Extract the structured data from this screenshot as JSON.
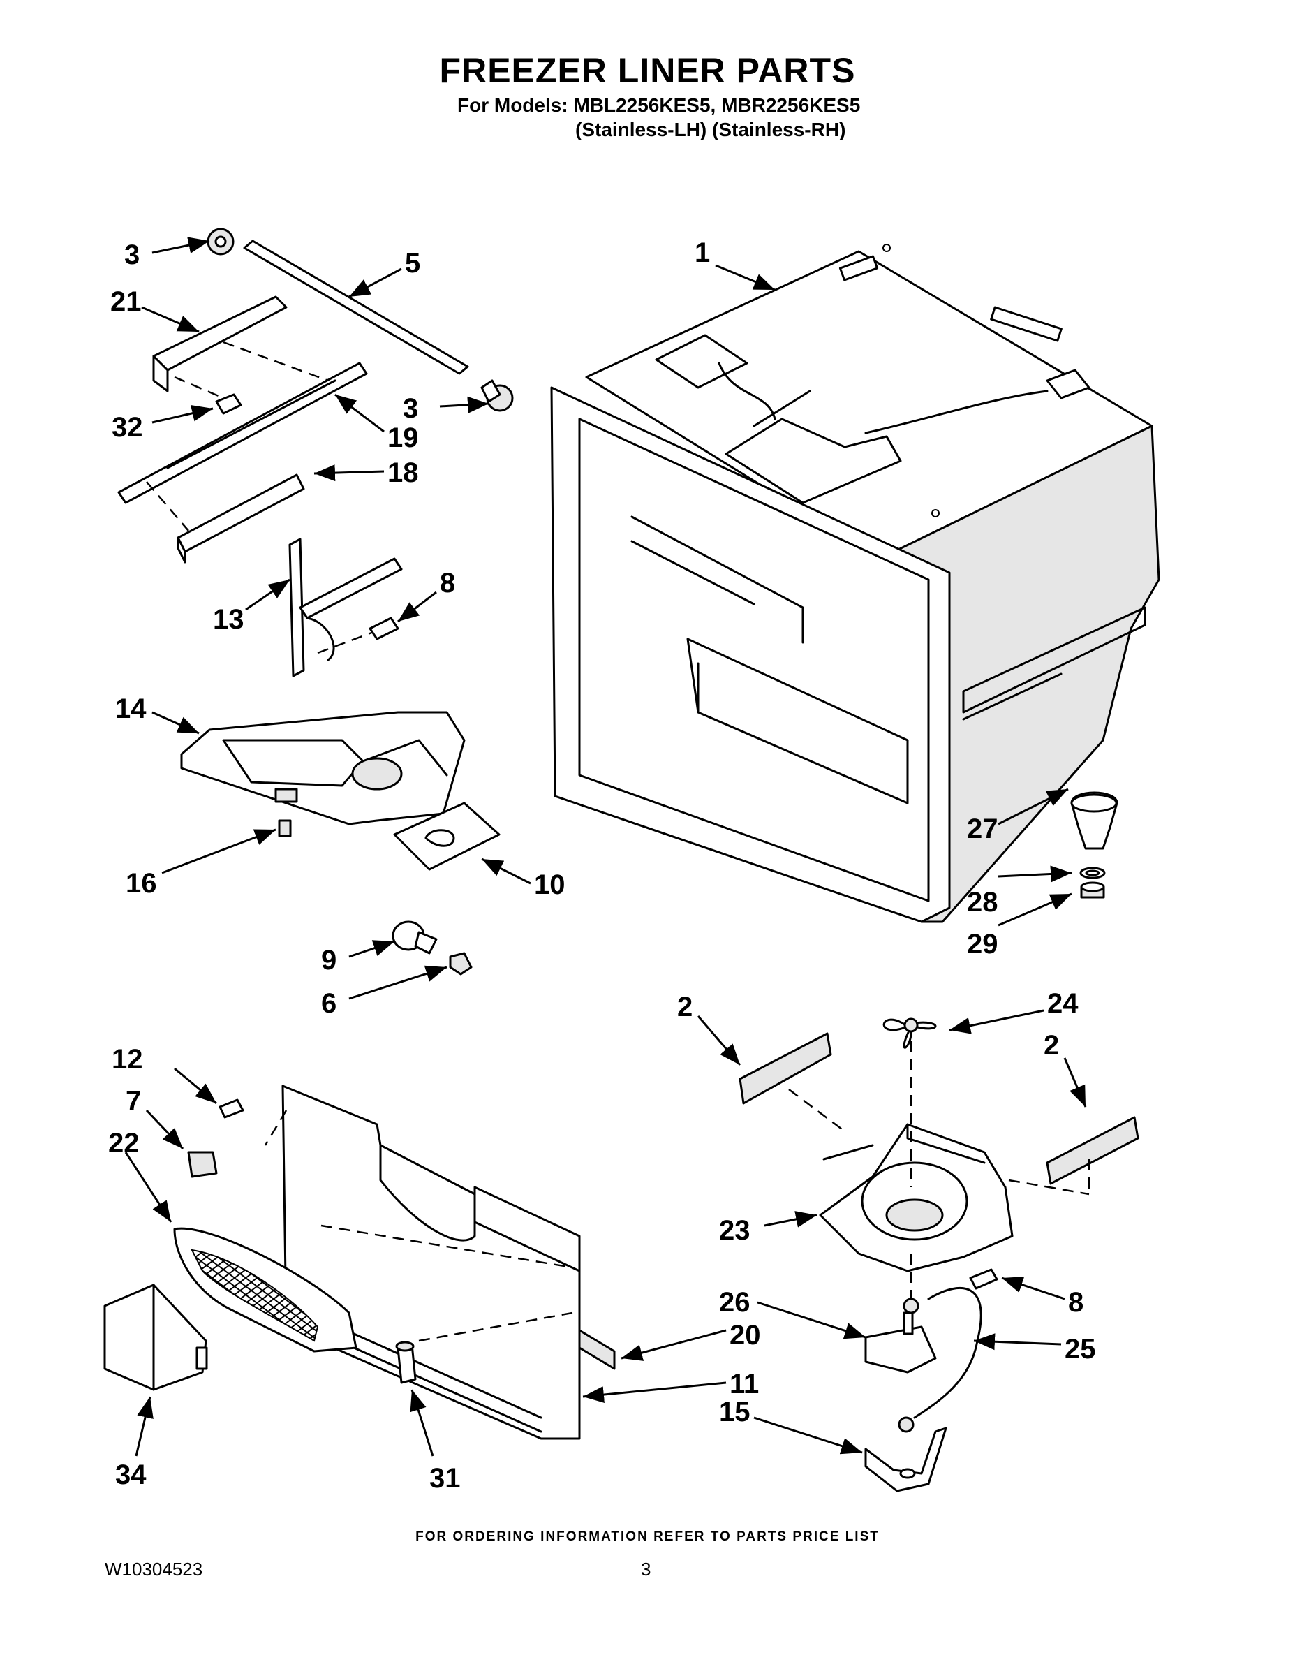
{
  "header": {
    "title": "FREEZER LINER PARTS",
    "models_line": "For Models: MBL2256KES5, MBR2256KES5",
    "variants_line": "(Stainless-LH)  (Stainless-RH)"
  },
  "footer": {
    "ordering_note": "FOR ORDERING INFORMATION REFER TO PARTS PRICE LIST",
    "document_number": "W10304523",
    "page_number": "3"
  },
  "callouts": [
    "1",
    "2",
    "2",
    "3",
    "3",
    "5",
    "6",
    "7",
    "8",
    "8",
    "9",
    "10",
    "11",
    "12",
    "13",
    "14",
    "15",
    "16",
    "18",
    "19",
    "20",
    "21",
    "22",
    "23",
    "24",
    "25",
    "26",
    "27",
    "28",
    "29",
    "31",
    "32",
    "34"
  ]
}
